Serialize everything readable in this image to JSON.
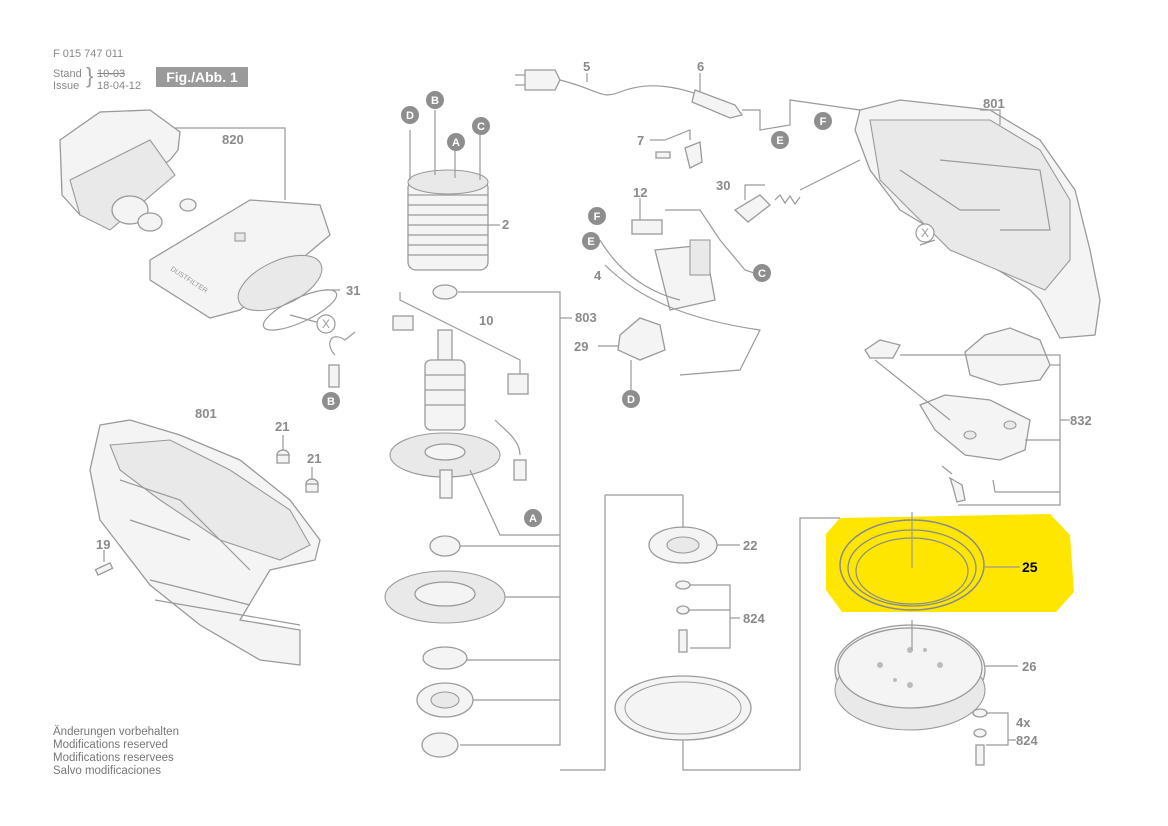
{
  "header": {
    "part_number": "F 015 747 011",
    "stand_label": "Stand",
    "issue_label": "Issue",
    "stand_value_crossed": "10-03",
    "issue_date": "18-04-12",
    "figure_label": "Fig./Abb. 1"
  },
  "notes": [
    "Änderungen vorbehalten",
    "Modifications reserved",
    "Modifications reservees",
    "Salvo modificaciones"
  ],
  "highlight": {
    "part": "25",
    "color": "#FFE600"
  },
  "part_labels": [
    "820",
    "2",
    "5",
    "6",
    "801",
    "7",
    "30",
    "12",
    "4",
    "29",
    "31",
    "10",
    "803",
    "801",
    "21",
    "21",
    "19",
    "22",
    "824",
    "26",
    "4x",
    "824",
    "832"
  ],
  "callouts": [
    "D",
    "B",
    "A",
    "C",
    "F",
    "E",
    "F",
    "E",
    "C",
    "D",
    "B",
    "A"
  ],
  "x_markers": [
    "X",
    "X"
  ],
  "stamp_text": "DUSTFILTER",
  "colors": {
    "line": "#9a9a9a",
    "text": "#8a8a8a",
    "callout_fill": "#8e8e8e",
    "highlight": "#FFE600"
  }
}
